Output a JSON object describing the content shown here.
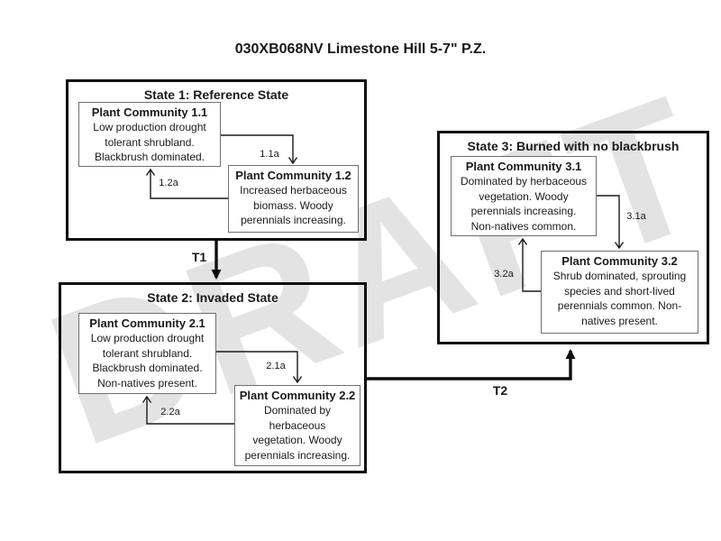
{
  "title": "030XB068NV Limestone Hill 5-7\" P.Z.",
  "watermark": "DRAFT",
  "states": [
    {
      "title": "State 1: Reference State",
      "communities": [
        {
          "title": "Plant Community 1.1",
          "body": "Low production drought\ntolerant shrubland.\nBlackbrush dominated."
        },
        {
          "title": "Plant Community 1.2",
          "body": "Increased herbaceous\nbiomass. Woody\nperennials increasing."
        }
      ],
      "pathways": [
        {
          "label": "1.1a"
        },
        {
          "label": "1.2a"
        }
      ]
    },
    {
      "title": "State 2: Invaded State",
      "communities": [
        {
          "title": "Plant Community 2.1",
          "body": "Low production drought\ntolerant shrubland.\nBlackbrush dominated.\nNon-natives present."
        },
        {
          "title": "Plant Community 2.2",
          "body": "Dominated by\nherbaceous\nvegetation. Woody\nperennials increasing."
        }
      ],
      "pathways": [
        {
          "label": "2.1a"
        },
        {
          "label": "2.2a"
        }
      ]
    },
    {
      "title": "State 3: Burned with no blackbrush",
      "communities": [
        {
          "title": "Plant Community 3.1",
          "body": "Dominated by herbaceous\nvegetation. Woody\nperennials increasing.\nNon-natives common."
        },
        {
          "title": "Plant Community 3.2",
          "body": "Shrub dominated,  sprouting\nspecies and short-lived\nperennials common.  Non-\nnatives present."
        }
      ],
      "pathways": [
        {
          "label": "3.1a"
        },
        {
          "label": "3.2a"
        }
      ]
    }
  ],
  "transitions": [
    {
      "label": "T1"
    },
    {
      "label": "T2"
    }
  ]
}
